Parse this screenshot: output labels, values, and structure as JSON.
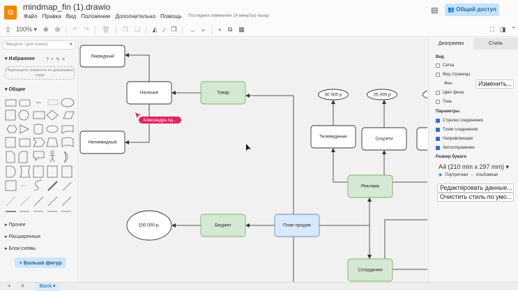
{
  "header": {
    "title": "mindmap_fin (1).drawio",
    "menu": [
      "Файл",
      "Правка",
      "Вид",
      "Положение",
      "Дополнительно",
      "Помощь"
    ],
    "last_change": "Последнее изменение 14 минут(ы) назад",
    "share": "Общий доступ"
  },
  "toolbar": {
    "zoom": "100%"
  },
  "sidebar": {
    "search_placeholder": "Введите / для поиска",
    "favorites": "Избранное",
    "drop_hint": "Перетащите элементы из диаграммы сюда",
    "general": "Общие",
    "sections": [
      "Прочее",
      "Расширенные",
      "Блок-схемы"
    ],
    "more_shapes": "+ Больше фигур"
  },
  "footer": {
    "page_tab": "Blank"
  },
  "canvas": {
    "nodes": {
      "likvid": "Ликвидный",
      "nalichie": "Наличие",
      "tovar": "Товар",
      "nelikvid": "Неликвидный",
      "p30": "30 000 р",
      "p25": "25 000 р",
      "tv": "Телевидение",
      "social": "Соцсети",
      "reklama": "Реклама",
      "p150": "150 000 р.",
      "budget": "Бюджет",
      "plan": "План продаж",
      "staff": "Сотрудники"
    },
    "cursor_user": "Александра Ад...",
    "colors": {
      "green": "#d5e8d4",
      "green_border": "#82b366",
      "blue": "#dae8fc",
      "blue_border": "#6c8ebf",
      "cursor": "#e0245e"
    }
  },
  "panel": {
    "tabs": [
      "Диаграмма",
      "Стиль"
    ],
    "view": "Вид",
    "grid": "Сетка",
    "page_view": "Вид страницы",
    "background": "Фон",
    "change": "Изменить...",
    "bg_color": "Цвет фона",
    "shadow": "Тень",
    "params": "Параметры",
    "arrows": "Стрелки соединения",
    "points": "Точки соединения",
    "guides": "Направляющие",
    "autosave": "Автосохранение",
    "paper": "Размер бумаги",
    "paper_value": "A4 (210 mm x 297 mm)",
    "portrait": "Портретная",
    "landscape": "Альбомная",
    "edit_data": "Редактировать данные...",
    "clear_style": "Очистить стиль по умо..."
  }
}
